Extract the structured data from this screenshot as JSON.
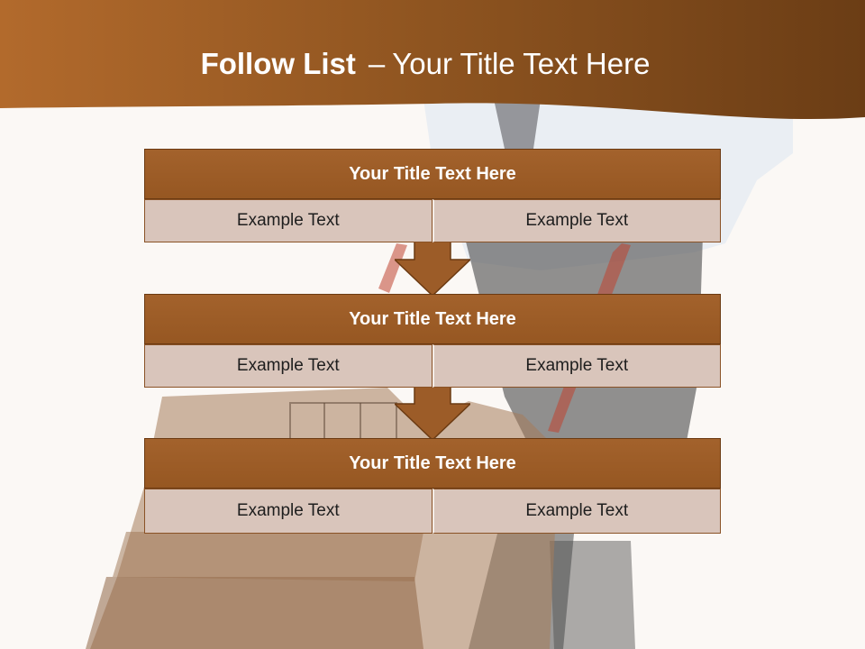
{
  "colors": {
    "header": "#9a5a24",
    "title_bar": "#9c5c28",
    "cell_fill": "#d9c5bb",
    "arrow": "#9c5c28",
    "background": "#fbf8f5"
  },
  "slide": {
    "title_bold": "Follow List",
    "title_dash": "–",
    "title_rest": "Your Title Text Here"
  },
  "blocks": [
    {
      "title": "Your Title Text Here",
      "cells": [
        "Example Text",
        "Example Text"
      ]
    },
    {
      "title": "Your Title Text Here",
      "cells": [
        "Example Text",
        "Example Text"
      ]
    },
    {
      "title": "Your Title Text Here",
      "cells": [
        "Example Text",
        "Example Text"
      ]
    }
  ],
  "icons": {
    "background": "delivery-man-hand-truck-boxes-image",
    "connector": "down-arrow-icon"
  }
}
